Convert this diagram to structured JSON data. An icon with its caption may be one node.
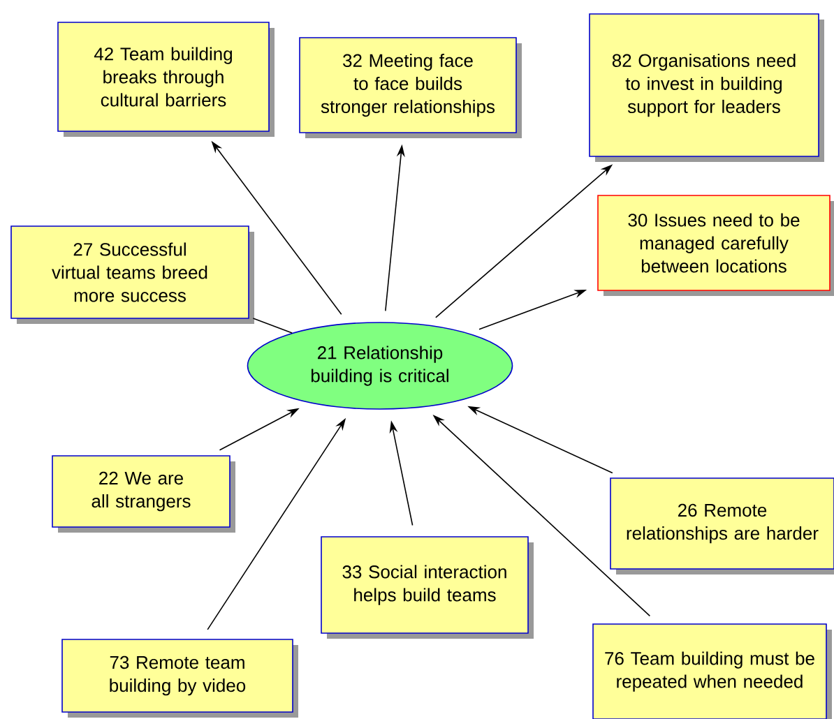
{
  "diagram": {
    "nodes": [
      {
        "text": [
          "21 Relationship building is critical"
        ]
      },
      {
        "text": [
          "42 Team building breaks through cultural barriers"
        ]
      },
      {
        "text": [
          "32 Meeting face to face builds stronger relationships"
        ]
      },
      {
        "text": [
          "82 Organisations need to invest in building support for leaders"
        ]
      },
      {
        "text": [
          "27 Successful virtual teams breed more success"
        ]
      },
      {
        "text": [
          "30 Issues need to be managed carefully between locations"
        ]
      },
      {
        "text": [
          "22 We are all strangers"
        ]
      },
      {
        "text": [
          "26 Remote relationships are harder"
        ]
      },
      {
        "text": [
          "33 Social interaction helps build teams"
        ]
      },
      {
        "text": [
          "73 Remote team building by video"
        ]
      },
      {
        "text": [
          "76 Team building must be repeated when needed"
        ]
      }
    ],
    "edges": [
      {
        "from": 0,
        "to": 1,
        "arrow": "to"
      },
      {
        "from": 0,
        "to": 2,
        "arrow": "to"
      },
      {
        "from": 0,
        "to": 3,
        "arrow": "to"
      },
      {
        "from": 4,
        "to": 0,
        "arrow": "none"
      },
      {
        "from": 0,
        "to": 5,
        "arrow": "to"
      },
      {
        "from": 6,
        "to": 0,
        "arrow": "to"
      },
      {
        "from": 7,
        "to": 0,
        "arrow": "to"
      },
      {
        "from": 8,
        "to": 0,
        "arrow": "to"
      },
      {
        "from": 9,
        "to": 0,
        "arrow": "to"
      },
      {
        "from": 10,
        "to": 0,
        "arrow": "to"
      }
    ]
  }
}
